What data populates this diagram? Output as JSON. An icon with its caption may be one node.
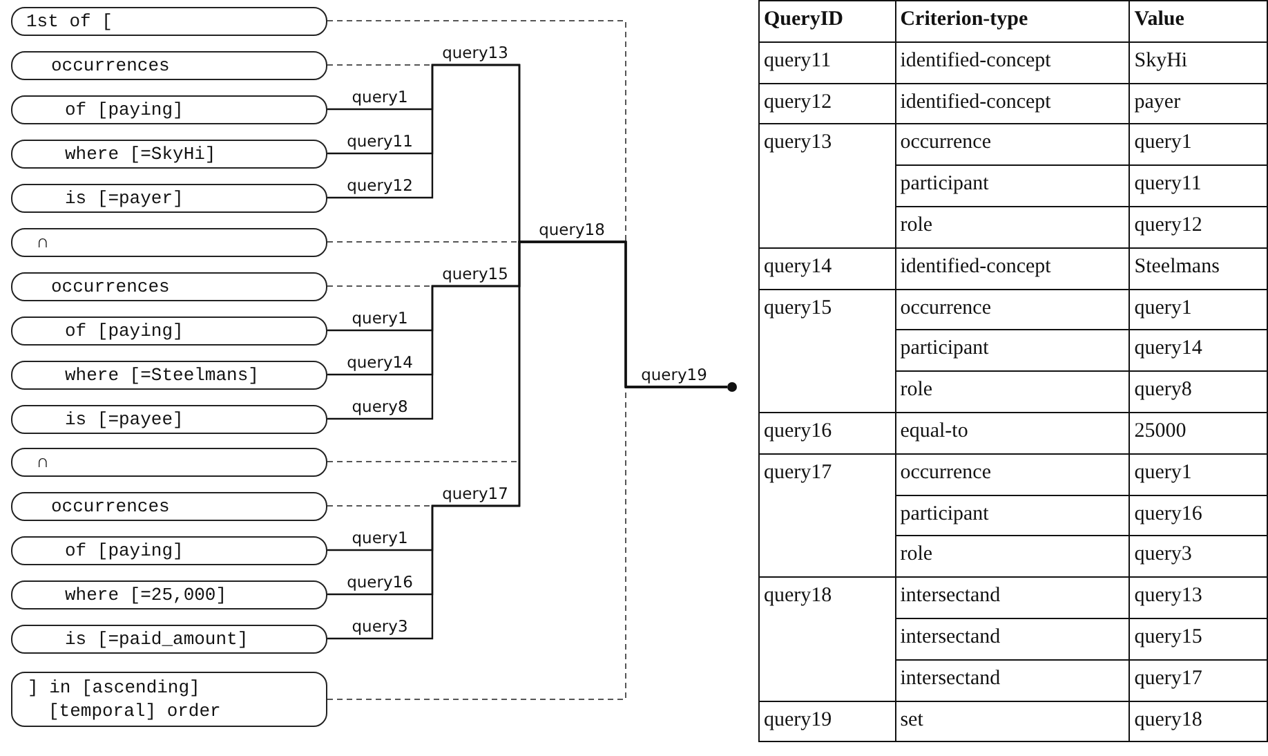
{
  "diagram": {
    "nodes": [
      {
        "text": [
          "1st of ["
        ]
      },
      {
        "text": [
          "occurrences"
        ]
      },
      {
        "text": [
          "of [paying]"
        ]
      },
      {
        "text": [
          "where [=SkyHi]"
        ]
      },
      {
        "text": [
          "is [=payer]"
        ]
      },
      {
        "text": [
          "∩"
        ]
      },
      {
        "text": [
          "occurrences"
        ]
      },
      {
        "text": [
          "of [paying]"
        ]
      },
      {
        "text": [
          "where [=Steelmans]"
        ]
      },
      {
        "text": [
          "is [=payee]"
        ]
      },
      {
        "text": [
          "∩"
        ]
      },
      {
        "text": [
          "occurrences"
        ]
      },
      {
        "text": [
          "of [paying]"
        ]
      },
      {
        "text": [
          "where [=25,000]"
        ]
      },
      {
        "text": [
          "is [=paid_amount]"
        ]
      },
      {
        "text": [
          "] in [ascending] [temporal] order"
        ]
      },
      {
        "text": [],
        "shape": "circle"
      }
    ],
    "edges": [
      {
        "from": 0,
        "to": 16,
        "arrow": "none",
        "style": "dashed"
      },
      {
        "from": 1,
        "to": 16,
        "arrow": "none",
        "style": "dashed"
      },
      {
        "from": 2,
        "to": 16,
        "arrow": "none",
        "label": "query1"
      },
      {
        "from": 3,
        "to": 16,
        "arrow": "none",
        "label": "query11"
      },
      {
        "from": 4,
        "to": 16,
        "arrow": "none",
        "label": "query12"
      },
      {
        "from": 5,
        "to": 16,
        "arrow": "none",
        "style": "dashed"
      },
      {
        "from": 6,
        "to": 16,
        "arrow": "none",
        "style": "dashed"
      },
      {
        "from": 7,
        "to": 16,
        "arrow": "none",
        "label": "query1"
      },
      {
        "from": 8,
        "to": 16,
        "arrow": "none",
        "label": "query14"
      },
      {
        "from": 9,
        "to": 16,
        "arrow": "none",
        "label": "query8"
      },
      {
        "from": 10,
        "to": 16,
        "arrow": "none",
        "style": "dashed"
      },
      {
        "from": 11,
        "to": 16,
        "arrow": "none",
        "style": "dashed"
      },
      {
        "from": 12,
        "to": 16,
        "arrow": "none",
        "label": "query1"
      },
      {
        "from": 13,
        "to": 16,
        "arrow": "none",
        "label": "query16"
      },
      {
        "from": 14,
        "to": 16,
        "arrow": "none",
        "label": "query3"
      },
      {
        "from": 15,
        "to": 16,
        "arrow": "none",
        "style": "dashed"
      }
    ],
    "labels": [
      "query13",
      "query18",
      "query15",
      "query19",
      "query17",
      "QueryID",
      "Criterion-type",
      "Value",
      "query11",
      "identified-concept",
      "SkyHi",
      "query12",
      "identified-concept",
      "payer",
      "query13",
      "occurrence",
      "query1",
      "participant",
      "query11",
      "role",
      "query12",
      "query14",
      "identified-concept",
      "Steelmans",
      "query15",
      "occurrence",
      "query1",
      "participant",
      "query14",
      "role",
      "query8",
      "query16",
      "equal-to",
      "25000",
      "query17",
      "occurrence",
      "query1",
      "participant",
      "query16",
      "role",
      "query3",
      "query18",
      "intersectand",
      "query13",
      "intersectand",
      "query15",
      "intersectand",
      "query17",
      "query19",
      "set",
      "query18"
    ]
  }
}
